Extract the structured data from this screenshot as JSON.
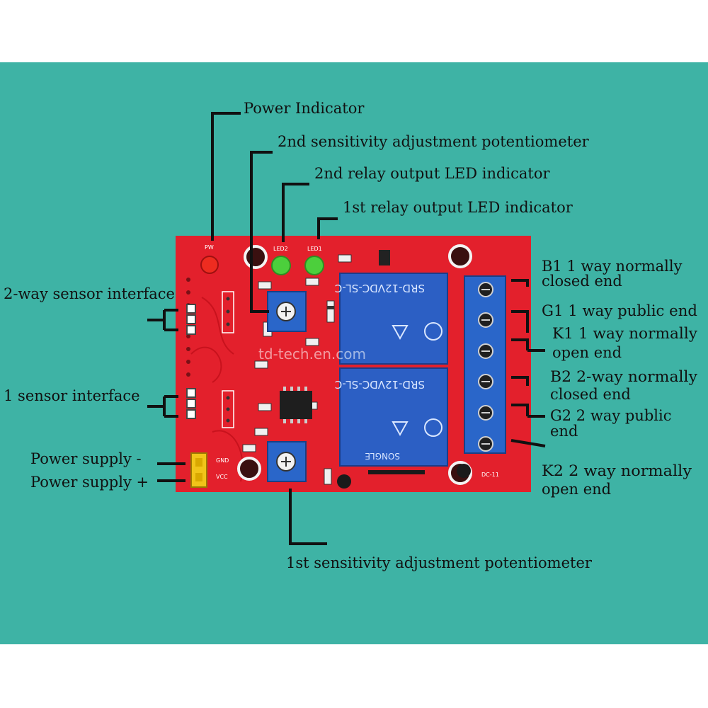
{
  "colors": {
    "background": "#3eb3a5",
    "board": "#e3202c",
    "relay": "#2c5fc4",
    "terminal": "#2a66c9",
    "led_green": "#4ccf3c",
    "led_red": "#ee2c20"
  },
  "labels": {
    "power_indicator": "Power Indicator",
    "pot2": "2nd sensitivity adjustment potentiometer",
    "led2": "2nd relay output LED indicator",
    "led1": "1st relay output LED indicator",
    "sensor2": "2-way sensor interface",
    "sensor1": "1 sensor interface",
    "power_minus": "Power supply -",
    "power_plus": "Power supply +",
    "pot1": "1st sensitivity adjustment potentiometer",
    "b1_line1": "B1 1 way normally",
    "b1_line2": "closed end",
    "g1": "G1 1 way public end",
    "k1_line1": "K1 1 way normally",
    "k1_line2": "open end",
    "b2_line1": "B2 2-way normally",
    "b2_line2": "closed end",
    "g2_line1": "G2 2 way public",
    "g2_line2": "end",
    "k2_line1": "K2 2 way normally",
    "k2_line2": "open end"
  },
  "silkscreen": {
    "pw": "PW",
    "led2": "LED2",
    "led1": "LED1",
    "gnd": "GND",
    "vcc": "VCC",
    "model": "DC-11"
  },
  "relay": {
    "model": "SRD-12VDC-SL-C",
    "brand": "SONGLE"
  },
  "watermark": "td-tech.en.com"
}
